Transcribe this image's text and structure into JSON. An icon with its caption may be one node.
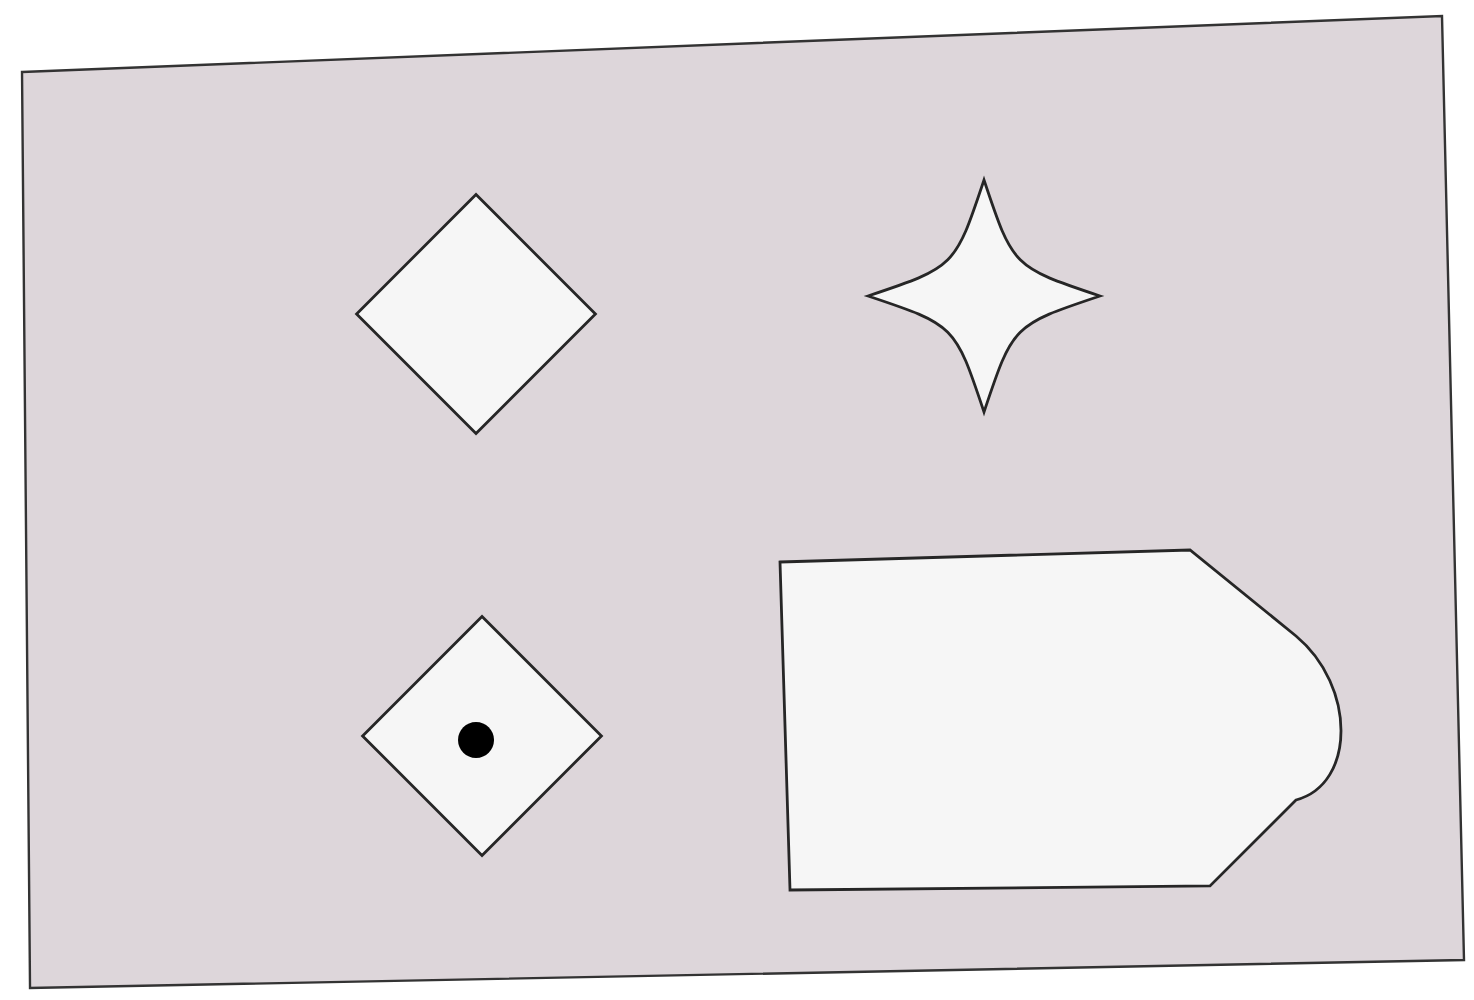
{
  "diagram": {
    "nodes": [
      {
        "text": [],
        "shape": "diamond"
      },
      {
        "text": [],
        "shape": "star"
      },
      {
        "text": [],
        "shape": "diamond"
      },
      {
        "text": [],
        "shape": "dot",
        "in": 2
      },
      {
        "text": [],
        "shape": "tag"
      }
    ]
  }
}
